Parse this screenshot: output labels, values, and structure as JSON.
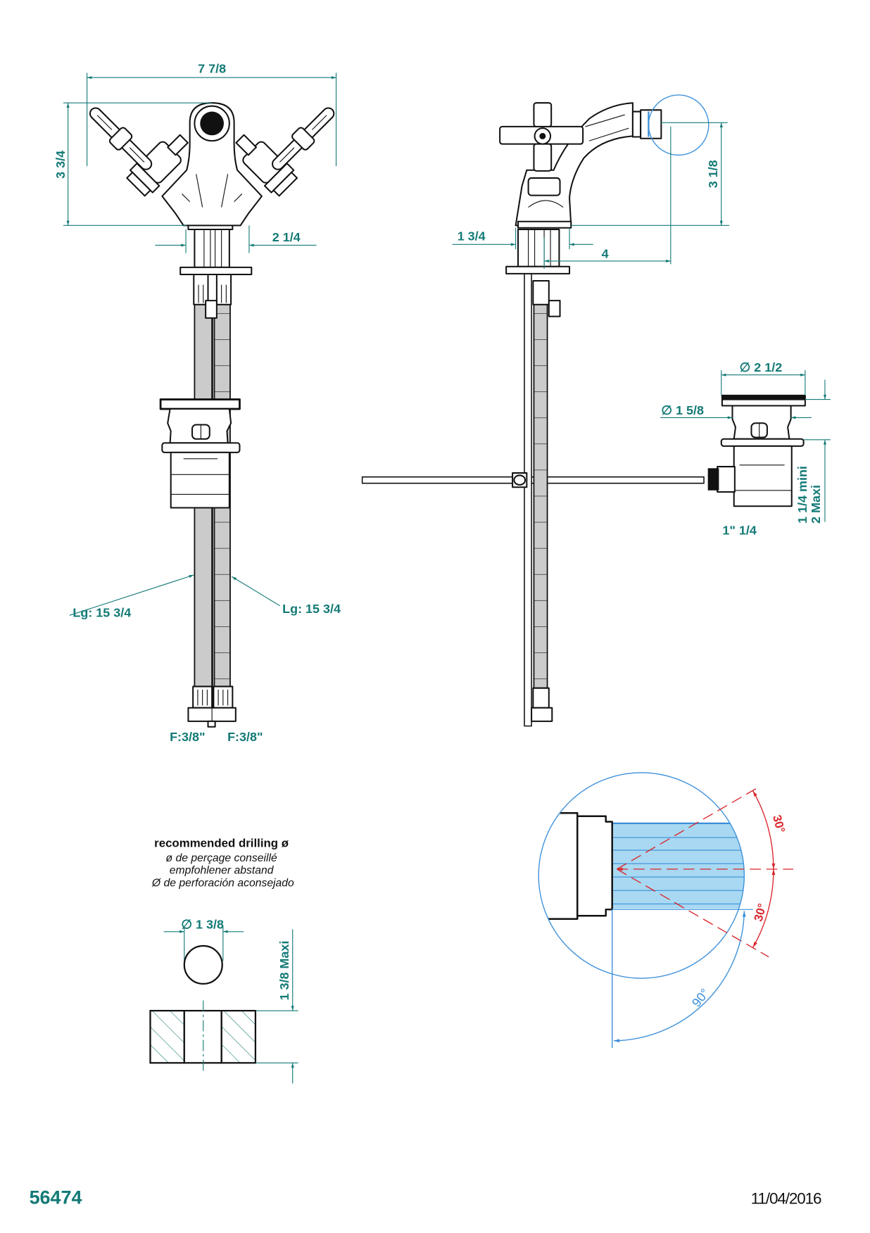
{
  "colors": {
    "dimension": "#137a76",
    "angle": "#d9262b",
    "detail": "#3a8fd9",
    "spray_fill": "#a8d8f2",
    "hose": "#cbcbcb"
  },
  "front_view": {
    "width_dim": "7 7/8",
    "height_dim": "3 3/4",
    "base_dim": "2 1/4",
    "hose_left": "Lg: 15 3/4",
    "hose_right": "Lg: 15 3/4",
    "conn_left": "F:3/8\"",
    "conn_right": "F:3/8\""
  },
  "side_view": {
    "height_dim": "3 1/8",
    "base_dim": "1 3/4",
    "reach_dim": "4"
  },
  "waste": {
    "flange_dim": "∅  2 1/2",
    "body_dim": "∅  1 5/8",
    "thickness_min": "1 1/4  mini",
    "thickness_max": "2 Maxi",
    "thread": "1\" 1/4"
  },
  "drilling": {
    "title": "recommended drilling ø",
    "fr": "ø de perçage conseillé",
    "de": "empfohlener abstand",
    "es": "Ø de perforación aconsejado",
    "diameter_dim": "∅  1 3/8",
    "depth_dim": "1 3/8  Maxi"
  },
  "spray_detail": {
    "angle_up": "30°",
    "angle_down": "30°",
    "rotation": "90°"
  },
  "footer": {
    "reference": "56474",
    "date": "11/04/2016"
  }
}
